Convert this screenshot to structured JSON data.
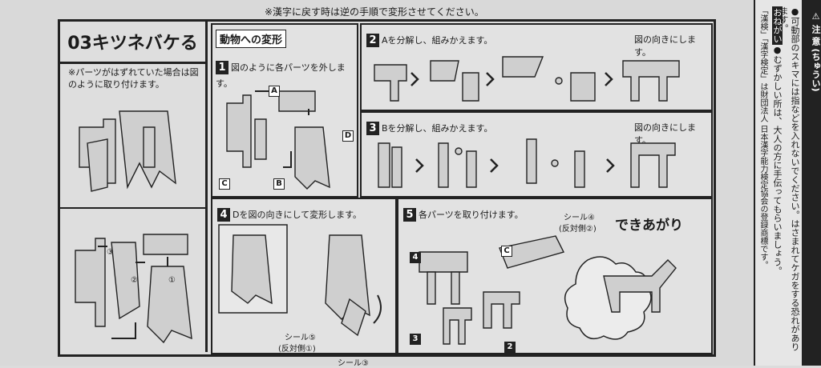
{
  "top_note": "※漢字に戻す時は逆の手順で変形させてください。",
  "title": {
    "main": "03キツネバケる",
    "note": "※パーツがはずれていた場合は図のように取り付けます。"
  },
  "section_header": "動物への変形",
  "steps": [
    {
      "num": "1",
      "text": "図のように各パーツを外します。"
    },
    {
      "num": "2",
      "text": "Aを分解し、組みかえます。"
    },
    {
      "num": "3",
      "text": "Bを分解し、組みかえます。"
    },
    {
      "num": "4",
      "text": "Dを図の向きにして変形します。"
    },
    {
      "num": "5",
      "text": "各パーツを取り付けます。"
    }
  ],
  "orientation_note": "図の向きにします。",
  "part_labels": [
    "A",
    "B",
    "C",
    "D"
  ],
  "circled": [
    "①",
    "②",
    "③"
  ],
  "seals": {
    "seal5": "シール⑤",
    "seal5_sub": "(反対側①)",
    "seal3": "シール③",
    "seal4": "シール④",
    "seal4_sub": "(反対側②)"
  },
  "finished": "できあがり",
  "step5_labels": [
    "4",
    "C",
    "3",
    "2"
  ],
  "caution": {
    "header": "⚠ 注 意 (ちゅうい)",
    "line1": "●可動部のスキマには指などを入れないでください。はさまれてケガをする恐れがあります。",
    "onegai_badge": "おねがい",
    "line2": "●むずかしい所は、大人の方に手伝ってもらいましょう。",
    "line3": "「漢検」「漢字検定」は財団法人 日本漢字能力検定協会の登録商標です。"
  }
}
